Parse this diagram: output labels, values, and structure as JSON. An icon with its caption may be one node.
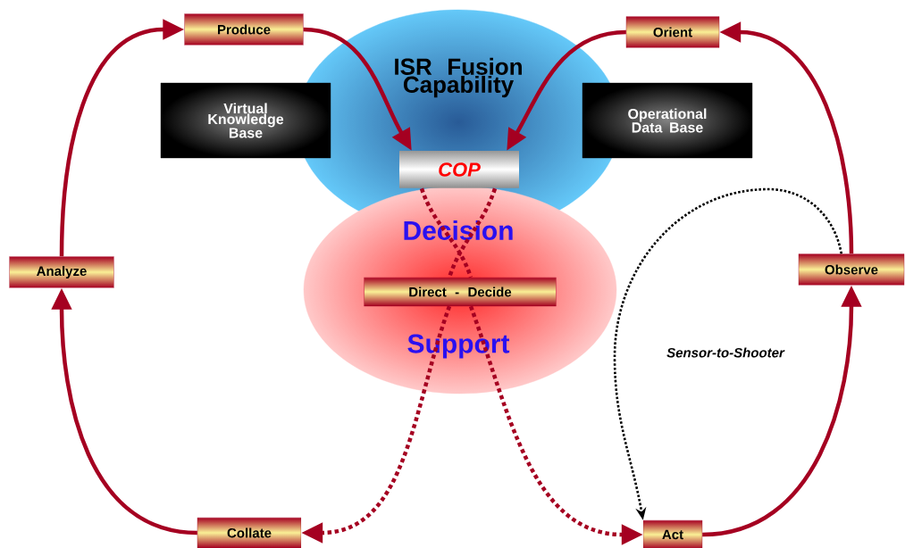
{
  "diagram": {
    "nodes": [
      {
        "text": [
          "ISR Fusion Capability"
        ]
      },
      {
        "text": [
          "Decision",
          "Support"
        ]
      },
      {
        "text": [
          "COP"
        ],
        "in": 0
      },
      {
        "text": [
          "Direct - Decide"
        ],
        "in": 1
      },
      {
        "text": [
          "Virtual Knowledge Base"
        ]
      },
      {
        "text": [
          "Operational Data Base"
        ]
      },
      {
        "text": [
          "Produce"
        ]
      },
      {
        "text": [
          "Orient"
        ]
      },
      {
        "text": [
          "Analyze"
        ]
      },
      {
        "text": [
          "Observe"
        ]
      },
      {
        "text": [
          "Collate"
        ]
      },
      {
        "text": [
          "Act"
        ]
      }
    ],
    "edges": [
      {
        "from": 10,
        "to": 8,
        "arrow": "to"
      },
      {
        "from": 8,
        "to": 6,
        "arrow": "to"
      },
      {
        "from": 6,
        "to": 2,
        "arrow": "to"
      },
      {
        "from": 2,
        "to": 3,
        "arrow": "none",
        "style": "dashed"
      },
      {
        "from": 2,
        "to": 3,
        "arrow": "none",
        "style": "dashed"
      },
      {
        "from": 3,
        "to": 10,
        "arrow": "to",
        "style": "dashed"
      },
      {
        "from": 3,
        "to": 11,
        "arrow": "to",
        "style": "dashed"
      },
      {
        "from": 11,
        "to": 9,
        "arrow": "to"
      },
      {
        "from": 9,
        "to": 7,
        "arrow": "to"
      },
      {
        "from": 7,
        "to": 2,
        "arrow": "to"
      },
      {
        "from": 9,
        "to": 11,
        "arrow": "to",
        "style": "dashed",
        "color": "#000000",
        "label": "Sensor-to-Shooter"
      }
    ]
  }
}
